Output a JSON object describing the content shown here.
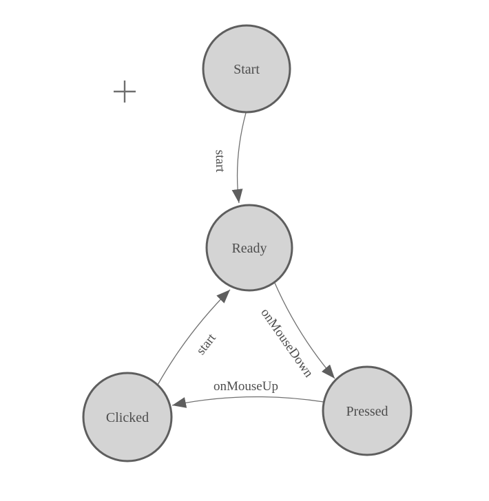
{
  "diagram": {
    "type": "state-machine",
    "colors": {
      "node_fill": "#d4d4d4",
      "node_stroke": "#5e5e5e",
      "edge_stroke": "#707070",
      "edge_arrow": "#5e5e5e",
      "label_text": "#4d4d4d",
      "crosshair": "#6e6e6e",
      "background": "#ffffff"
    },
    "nodes": [
      {
        "id": "start",
        "label": "Start"
      },
      {
        "id": "ready",
        "label": "Ready"
      },
      {
        "id": "clicked",
        "label": "Clicked"
      },
      {
        "id": "pressed",
        "label": "Pressed"
      }
    ],
    "edges": [
      {
        "from": "start",
        "to": "ready",
        "label": "start"
      },
      {
        "from": "ready",
        "to": "pressed",
        "label": "onMouseDown"
      },
      {
        "from": "pressed",
        "to": "clicked",
        "label": "onMouseUp"
      },
      {
        "from": "clicked",
        "to": "ready",
        "label": "start"
      }
    ]
  }
}
